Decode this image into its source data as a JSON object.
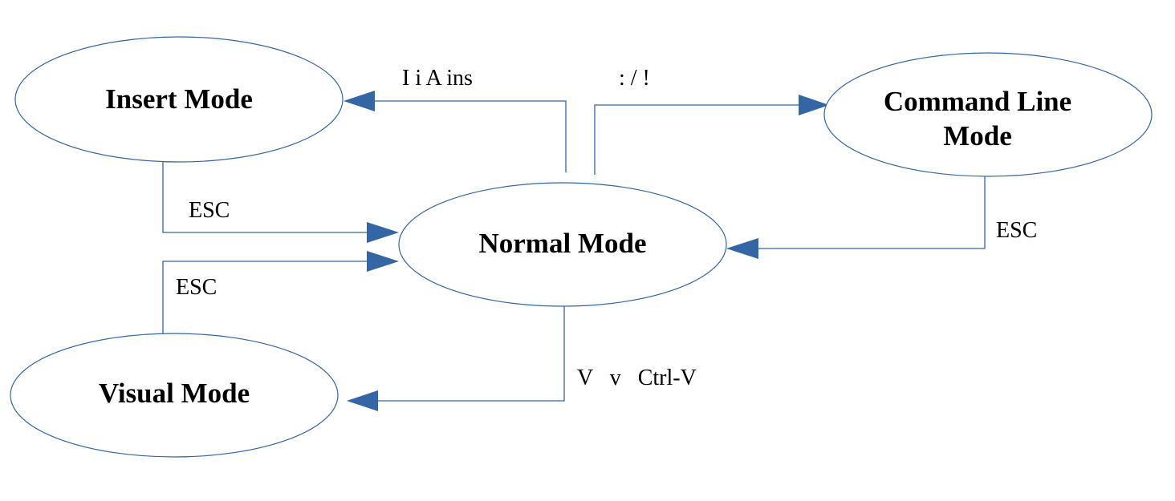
{
  "diagram": {
    "title": "Vim Modes",
    "colors": {
      "stroke": "#3465a4",
      "arrow": "#3465a4",
      "text": "#000000",
      "background": "#ffffff"
    },
    "nodes": [
      {
        "id": "insert",
        "lines": [
          "Insert Mode"
        ]
      },
      {
        "id": "command",
        "lines": [
          "Command Line",
          "Mode"
        ]
      },
      {
        "id": "normal",
        "lines": [
          "Normal Mode"
        ]
      },
      {
        "id": "visual",
        "lines": [
          "Visual Mode"
        ]
      }
    ],
    "edges": [
      {
        "id": "normal-to-insert",
        "from": "normal",
        "to": "insert",
        "label": "I i A ins"
      },
      {
        "id": "normal-to-command",
        "from": "normal",
        "to": "command",
        "label": ": / !"
      },
      {
        "id": "insert-to-normal",
        "from": "insert",
        "to": "normal",
        "label": "ESC"
      },
      {
        "id": "visual-to-normal",
        "from": "visual",
        "to": "normal",
        "label": "ESC"
      },
      {
        "id": "command-to-normal",
        "from": "command",
        "to": "normal",
        "label": "ESC"
      },
      {
        "id": "normal-to-visual",
        "from": "normal",
        "to": "visual",
        "label": "V   v   Ctrl-V"
      }
    ]
  }
}
